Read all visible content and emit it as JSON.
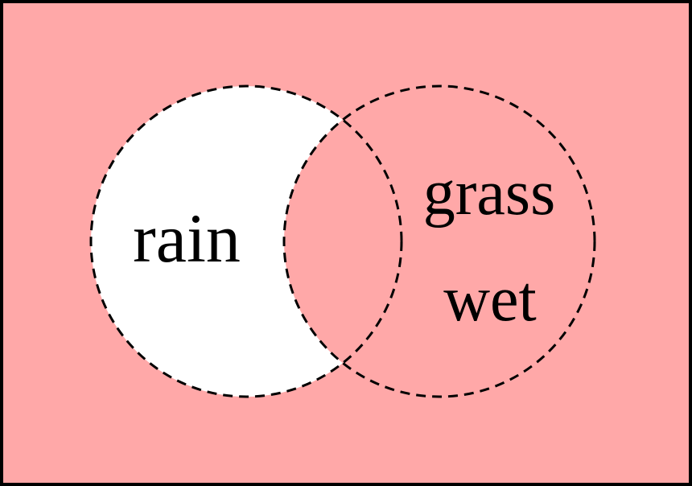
{
  "diagram": {
    "type": "venn",
    "labels": {
      "left": "rain",
      "right_top": "grass",
      "right_bottom": "wet"
    },
    "colors": {
      "shaded": "#ffa8a8",
      "unshaded": "#ffffff",
      "stroke": "#000000"
    }
  }
}
